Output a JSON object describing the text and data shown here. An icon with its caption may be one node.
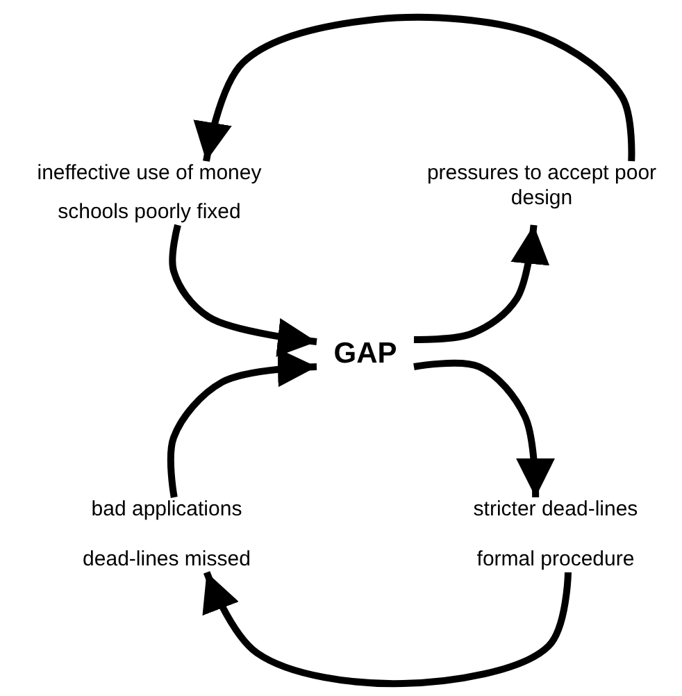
{
  "diagram": {
    "nodes": [
      {
        "text": [
          "ineffective use of money",
          "schools poorly fixed"
        ]
      },
      {
        "text": [
          "pressures to accept poor design"
        ]
      },
      {
        "text": [
          "GAP"
        ]
      },
      {
        "text": [
          "bad applications",
          "dead-lines missed"
        ]
      },
      {
        "text": [
          "stricter dead-lines",
          "formal procedure"
        ]
      }
    ],
    "edges": [
      {
        "from": 1,
        "to": 0,
        "arrow": "to"
      },
      {
        "from": 0,
        "to": 2,
        "arrow": "to"
      },
      {
        "from": 2,
        "to": 1,
        "arrow": "to"
      },
      {
        "from": 3,
        "to": 2,
        "arrow": "to"
      },
      {
        "from": 2,
        "to": 4,
        "arrow": "to"
      },
      {
        "from": 4,
        "to": 3,
        "arrow": "to"
      }
    ]
  }
}
